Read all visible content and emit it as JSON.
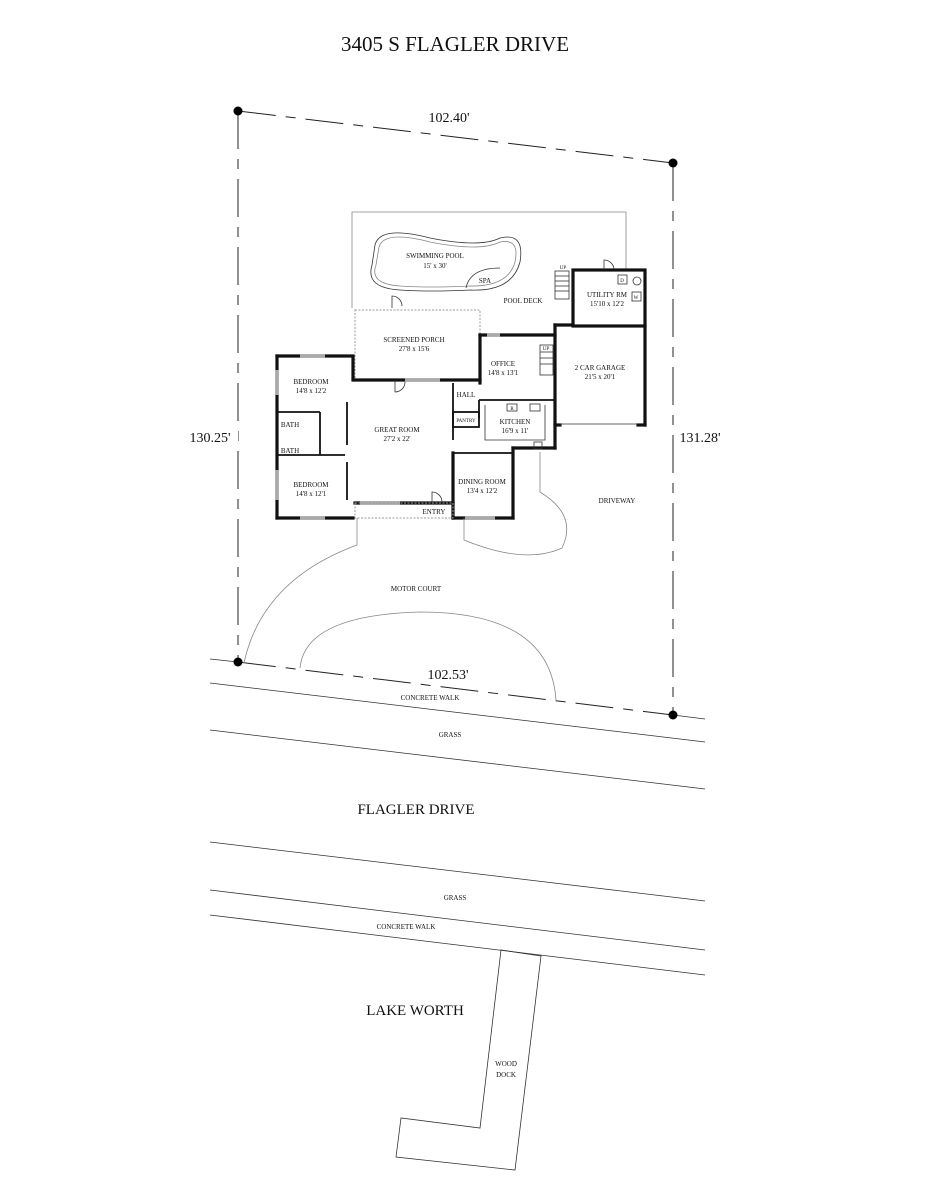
{
  "title": "3405 S FLAGLER DRIVE",
  "property_lines": {
    "north": "102.40'",
    "west": "130.25'",
    "east": "131.28'",
    "south": "102.53'"
  },
  "rooms": {
    "swimming_pool": {
      "name": "SWIMMING POOL",
      "size": "15' x 30'"
    },
    "spa": {
      "name": "SPA"
    },
    "pool_deck": {
      "name": "POOL DECK"
    },
    "utility_rm": {
      "name": "UTILITY RM",
      "size": "15'10 x 12'2"
    },
    "screened_porch": {
      "name": "SCREENED PORCH",
      "size": "27'8 x 15'6"
    },
    "office": {
      "name": "OFFICE",
      "size": "14'8 x 13'1"
    },
    "garage": {
      "name": "2 CAR GARAGE",
      "size": "21'5 x 20'1"
    },
    "bedroom_1": {
      "name": "BEDROOM",
      "size": "14'8 x 12'2"
    },
    "bedroom_2": {
      "name": "BEDROOM",
      "size": "14'8 x 12'1"
    },
    "hall": {
      "name": "HALL"
    },
    "pantry": {
      "name": "PANTRY"
    },
    "kitchen": {
      "name": "KITCHEN",
      "size": "16'9 x 11'"
    },
    "great_room": {
      "name": "GREAT ROOM",
      "size": "27'2 x 22'"
    },
    "bath_1": {
      "name": "BATH"
    },
    "bath_2": {
      "name": "BATH"
    },
    "dining_room": {
      "name": "DINING ROOM",
      "size": "13'4 x 12'2"
    },
    "entry": {
      "name": "ENTRY"
    }
  },
  "fixtures": {
    "up_1": "UP",
    "up_2": "UP",
    "dryer": "D",
    "washer": "W",
    "range": "R"
  },
  "site": {
    "driveway": "DRIVEWAY",
    "motor_court": "MOTOR COURT",
    "concrete_walk_north": "CONCRETE WALK",
    "grass_north": "GRASS",
    "street": "FLAGLER DRIVE",
    "grass_south": "GRASS",
    "concrete_walk_south": "CONCRETE WALK",
    "lake": "LAKE WORTH",
    "dock_line1": "WOOD",
    "dock_line2": "DOCK"
  }
}
